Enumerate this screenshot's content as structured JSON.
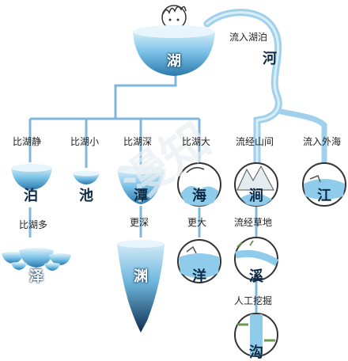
{
  "watermark": "漫知",
  "nodes": {
    "hu": "湖",
    "he": "河",
    "bo": "泊",
    "chi": "池",
    "tan": "潭",
    "hai": "海",
    "jian": "涧",
    "jiang": "江",
    "ze": "泽",
    "yuan": "渊",
    "yang": "洋",
    "xi": "溪",
    "gou": "沟"
  },
  "edges": {
    "into_lake": "流入湖泊",
    "calmer": "比湖静",
    "smaller": "比湖小",
    "deeper": "比湖深",
    "bigger": "比湖大",
    "through_mountains": "流经山间",
    "into_sea": "流入外海",
    "more": "比湖多",
    "even_deeper": "更深",
    "even_bigger": "更大",
    "through_grassland": "流经草地",
    "man_made": "人工挖掘"
  },
  "colors": {
    "water_light": "#cfe9f7",
    "water_mid": "#5fb3e0",
    "water_dark": "#1f5f8f",
    "line": "#7fb8dc"
  }
}
